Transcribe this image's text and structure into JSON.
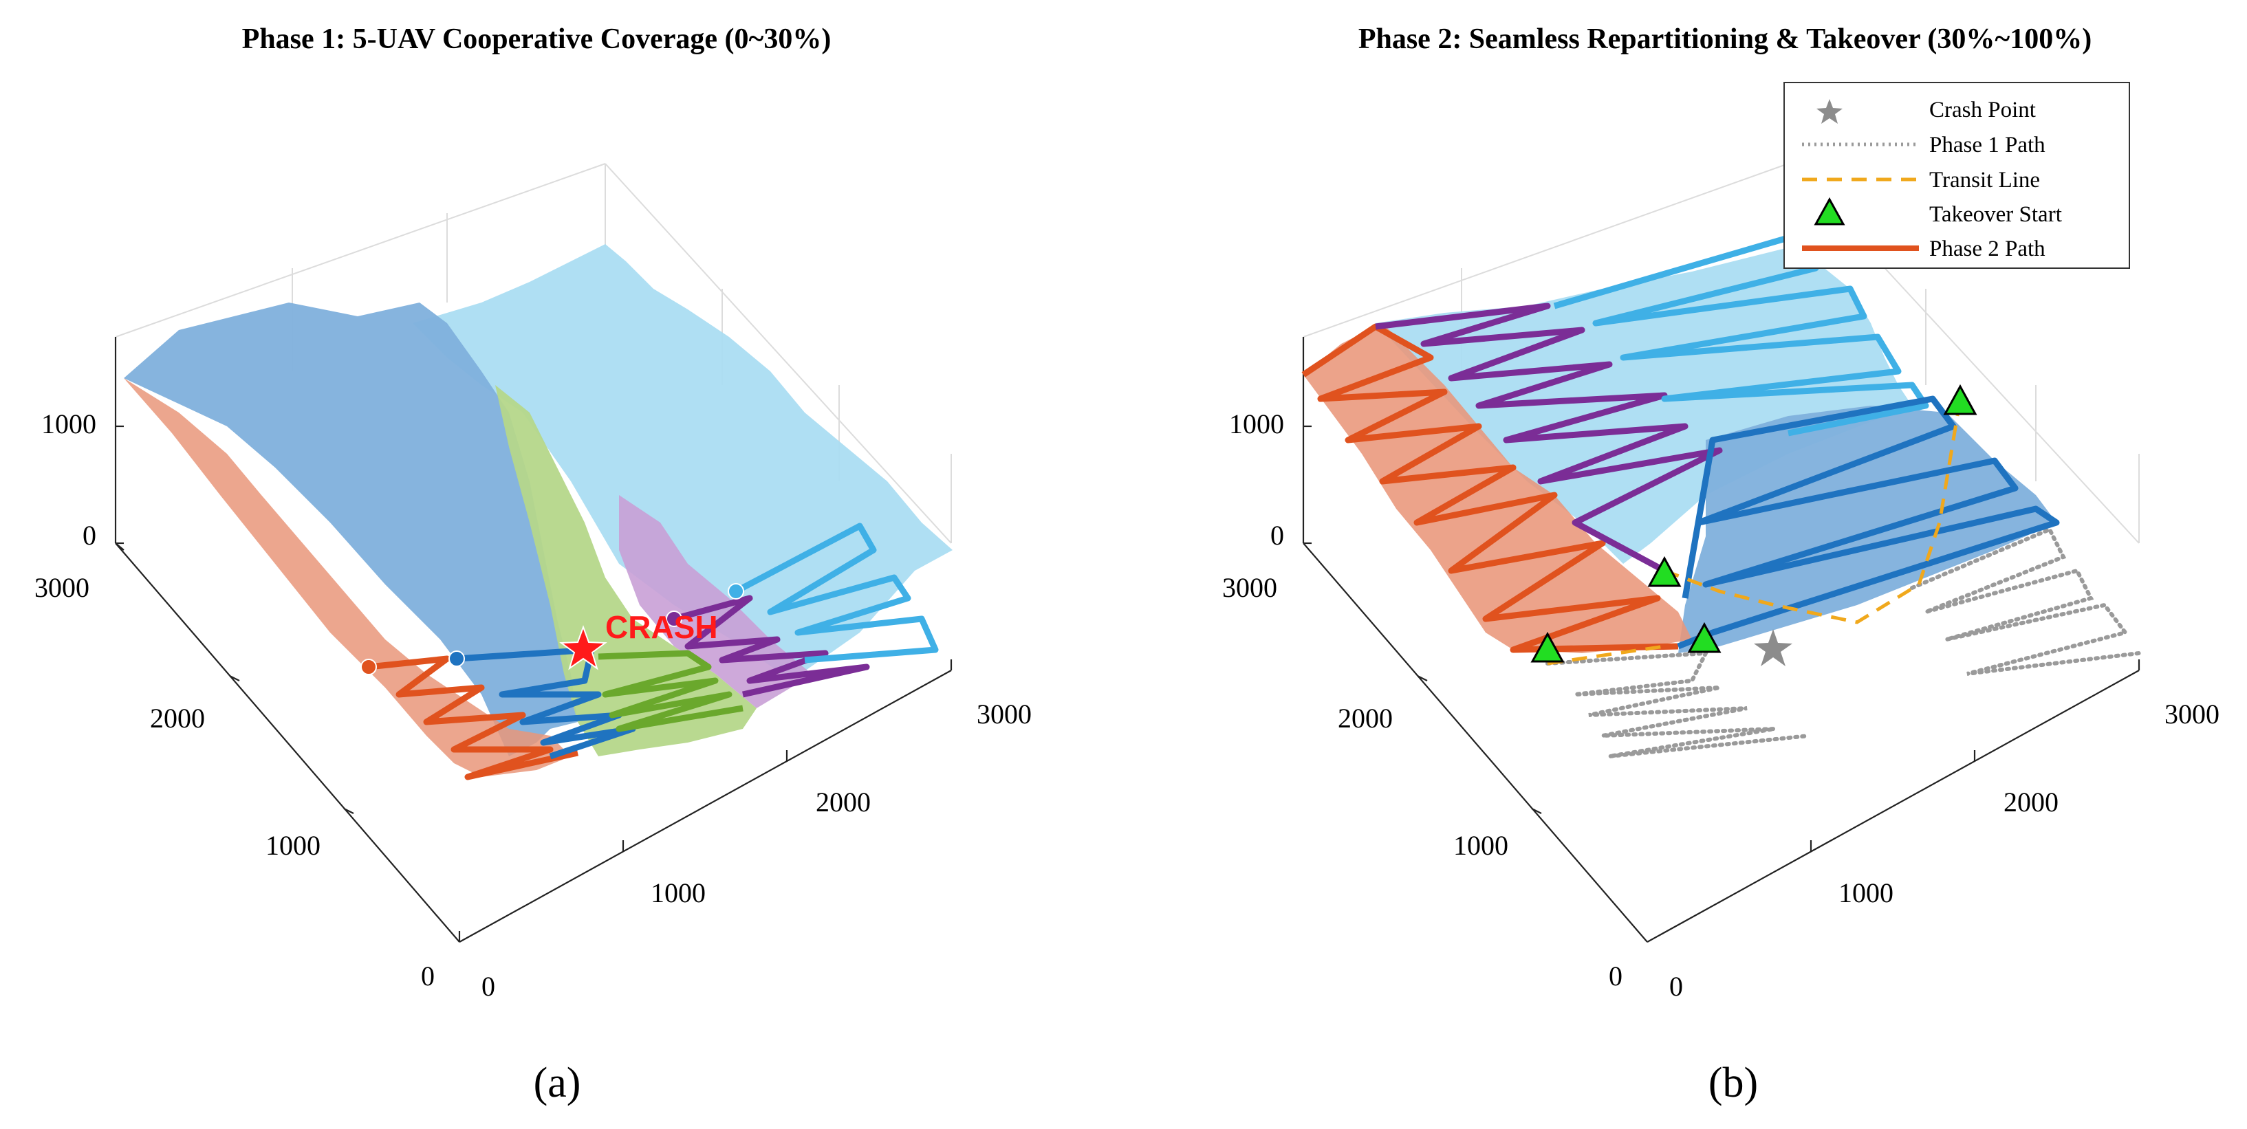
{
  "chart_data": [
    {
      "type": "3d-surface-path",
      "title": "Phase 1: 5-UAV Cooperative Coverage (0~30%)",
      "caption": "(a)",
      "x_ticks": [
        "0",
        "1000",
        "2000",
        "3000"
      ],
      "y_ticks": [
        "0",
        "1000",
        "2000",
        "3000"
      ],
      "z_ticks": [
        "0",
        "1000"
      ],
      "xlim": [
        0,
        3000
      ],
      "ylim": [
        0,
        3000
      ],
      "annotation": "CRASH",
      "regions": [
        {
          "key": "orange",
          "color": "#e9967a"
        },
        {
          "key": "dark_blue",
          "color": "#7fb0dc"
        },
        {
          "key": "green",
          "color": "#b5d78a"
        },
        {
          "key": "purple",
          "color": "#c9a0d6"
        },
        {
          "key": "light_blue",
          "color": "#a8dcf2"
        }
      ],
      "paths": [
        {
          "key": "orange",
          "color": "#e0521e"
        },
        {
          "key": "dark_blue",
          "color": "#1f73c0"
        },
        {
          "key": "green",
          "color": "#6aa82c"
        },
        {
          "key": "purple",
          "color": "#7b2d96"
        },
        {
          "key": "light_blue",
          "color": "#3fb0e6"
        }
      ],
      "crash_marker_color": "#ff1a1a"
    },
    {
      "type": "3d-surface-path",
      "title": "Phase 2: Seamless Repartitioning & Takeover (30%~100%)",
      "caption": "(b)",
      "x_ticks": [
        "0",
        "1000",
        "2000",
        "3000"
      ],
      "y_ticks": [
        "0",
        "1000",
        "2000",
        "3000"
      ],
      "z_ticks": [
        "0",
        "1000"
      ],
      "xlim": [
        0,
        3000
      ],
      "ylim": [
        0,
        3000
      ],
      "legend": {
        "position": "top-right",
        "entries": [
          {
            "label": "Crash Point",
            "symbol": "star",
            "color": "#8c8c8c"
          },
          {
            "label": "Phase 1 Path",
            "symbol": "dotted-line",
            "color": "#9a9a9a"
          },
          {
            "label": "Transit Line",
            "symbol": "dashed-line",
            "color": "#f0a81c"
          },
          {
            "label": "Takeover Start",
            "symbol": "triangle",
            "color": "#22dd22"
          },
          {
            "label": "Phase 2 Path",
            "symbol": "solid-line",
            "color": "#e0521e"
          }
        ]
      },
      "regions": [
        {
          "key": "orange",
          "color": "#e9967a"
        },
        {
          "key": "dark_blue",
          "color": "#7fb0dc"
        },
        {
          "key": "light_blue",
          "color": "#a8dcf2"
        }
      ],
      "paths": [
        {
          "key": "orange",
          "color": "#e0521e"
        },
        {
          "key": "purple",
          "color": "#7b2d96"
        },
        {
          "key": "light_blue",
          "color": "#3fb0e6"
        },
        {
          "key": "dark_blue",
          "color": "#1f73c0"
        }
      ]
    }
  ]
}
